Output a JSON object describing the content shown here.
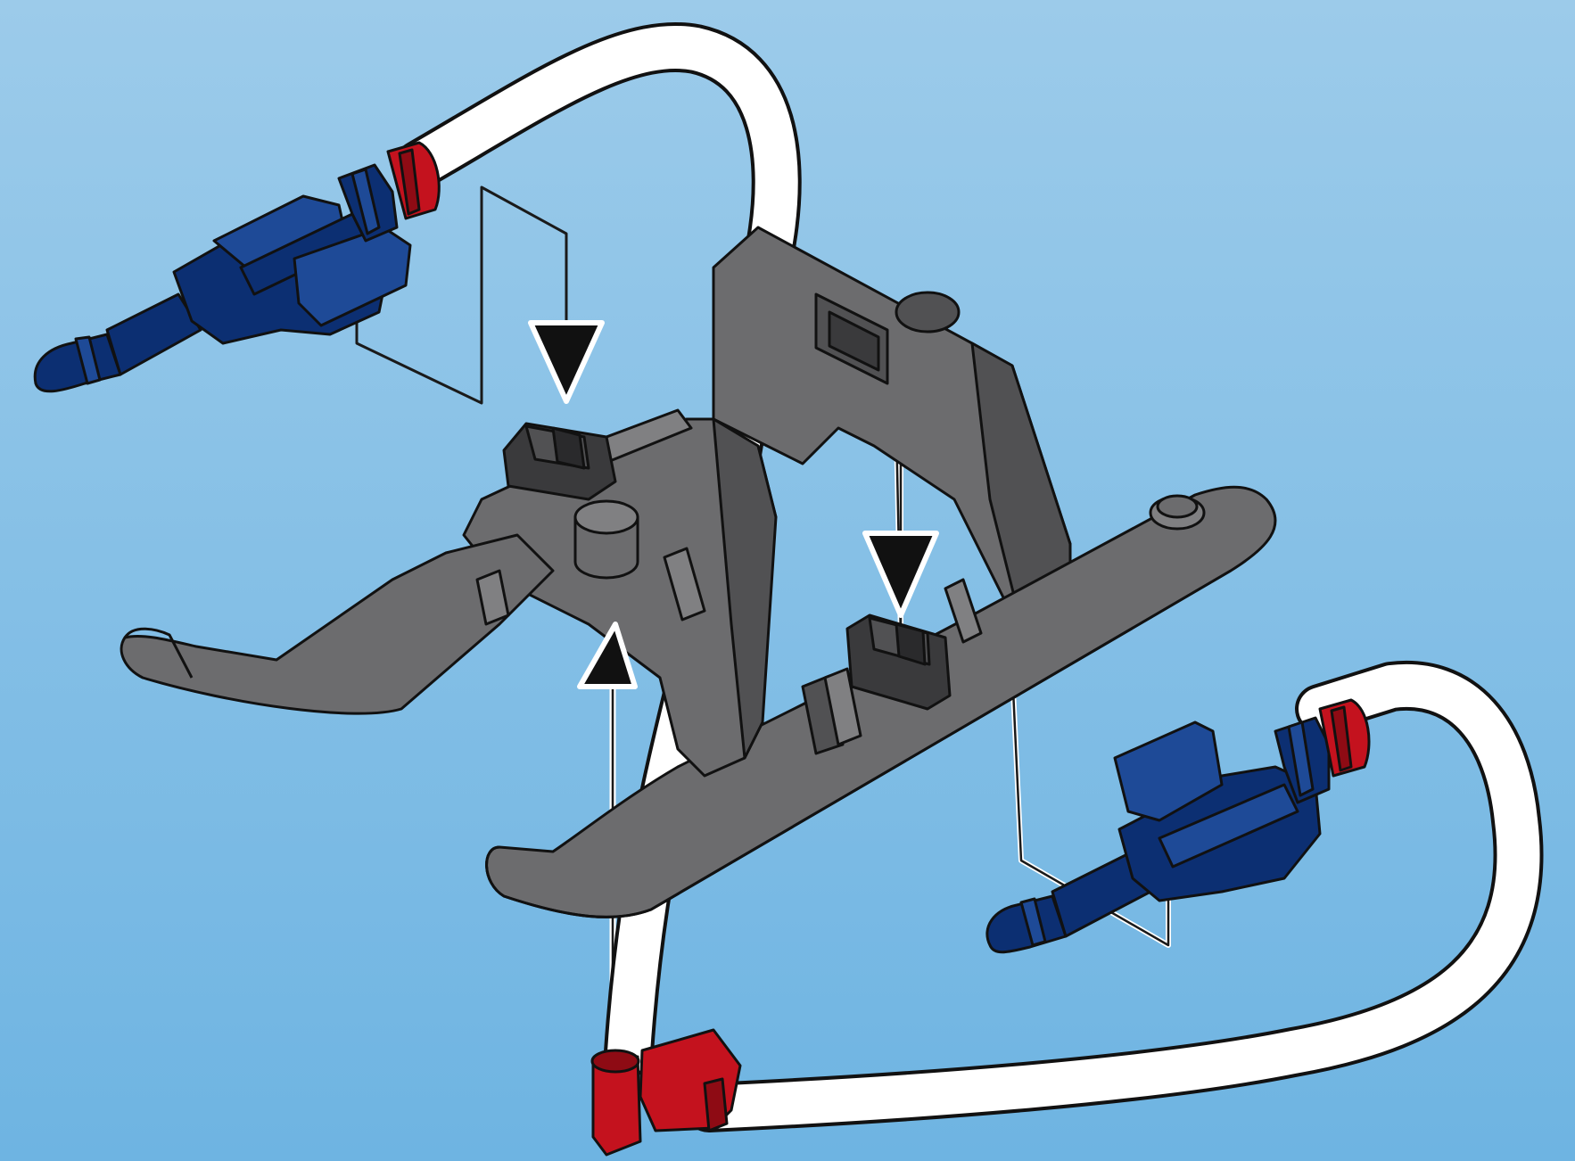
{
  "diagram": {
    "kind": "assembly-instruction-illustration",
    "text": [],
    "colors": {
      "background_top": "#9ccbea",
      "background_bottom": "#6eb4e2",
      "frame_gray": "#6c6c6e",
      "frame_gray_light": "#808082",
      "frame_gray_dark": "#515153",
      "connector_dark": "#3a3a3c",
      "blue_part": "#0c2f72",
      "blue_part_light": "#1e4a97",
      "red_part": "#c4121e",
      "red_part_dark": "#8e0b14",
      "tube_white": "#ffffff",
      "outline": "#111111",
      "guide_line_dark": "#1a1a1a",
      "guide_line_white": "#ffffff"
    },
    "parts": [
      {
        "name": "ski-frame",
        "color": "gray"
      },
      {
        "name": "nozzle-left",
        "color": "blue"
      },
      {
        "name": "nozzle-right",
        "color": "blue"
      },
      {
        "name": "t-connector",
        "color": "red"
      },
      {
        "name": "hose-left",
        "color": "white"
      },
      {
        "name": "hose-right",
        "color": "white"
      }
    ],
    "arrows": [
      {
        "name": "insert-arrow-left-nozzle",
        "direction": "down"
      },
      {
        "name": "insert-arrow-right-nozzle",
        "direction": "down"
      },
      {
        "name": "insert-arrow-hose-up",
        "direction": "up"
      }
    ]
  }
}
